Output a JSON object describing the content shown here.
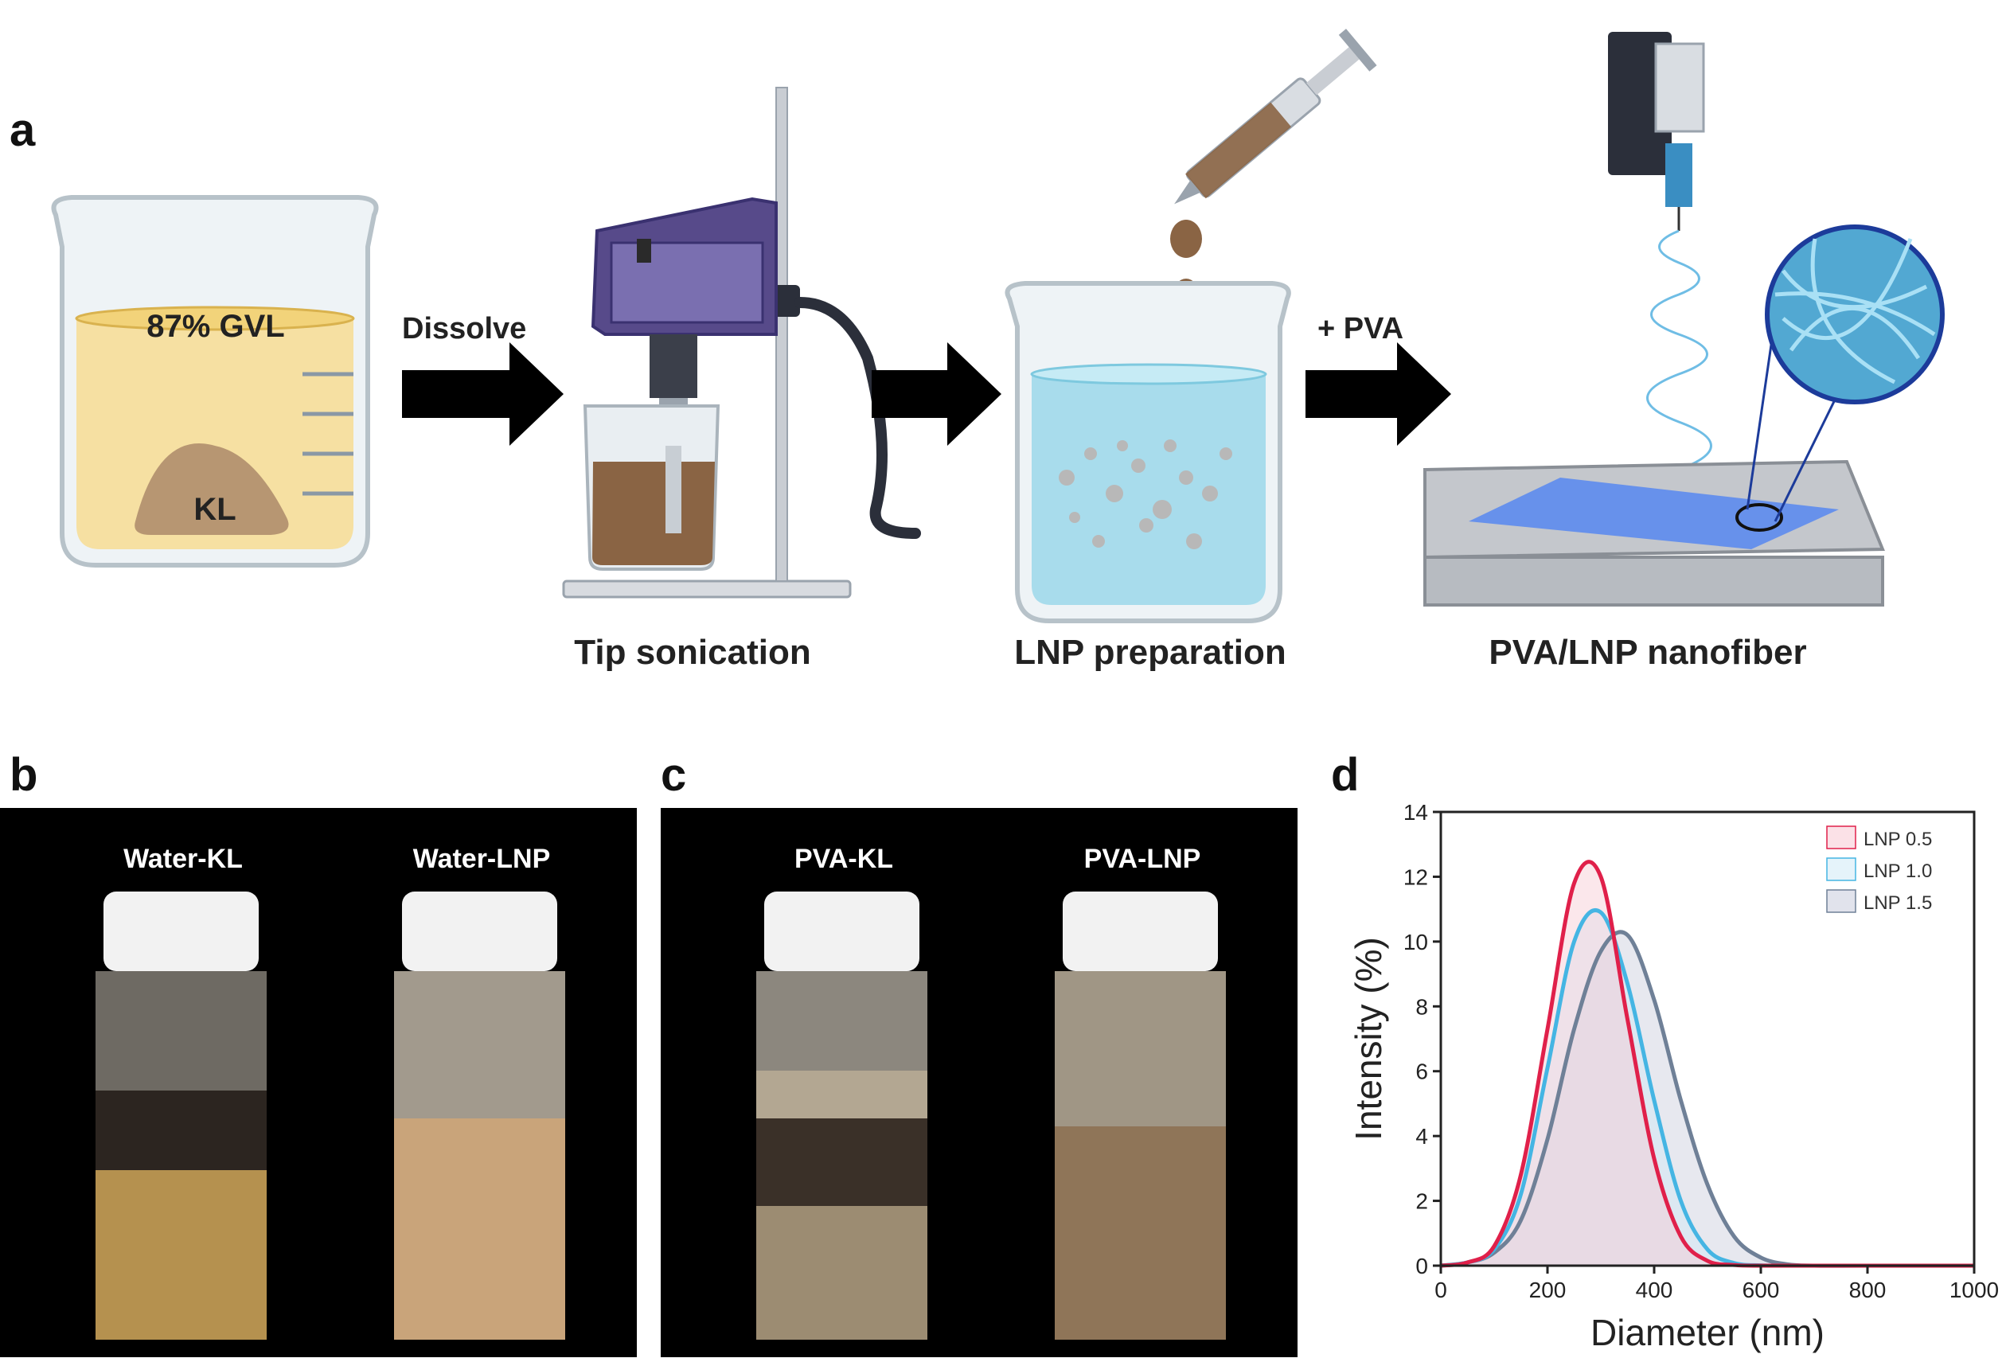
{
  "panels": {
    "a": {
      "label": "a",
      "beaker_text": "87% GVL",
      "powder_text": "KL",
      "arrow1_label": "Dissolve",
      "arrow3_label": "+ PVA",
      "steps": [
        "Tip sonication",
        "LNP preparation",
        "PVA/LNP nanofiber"
      ]
    },
    "b": {
      "label": "b",
      "vials": [
        "Water-KL",
        "Water-LNP"
      ]
    },
    "c": {
      "label": "c",
      "vials": [
        "PVA-KL",
        "PVA-LNP"
      ]
    },
    "d": {
      "label": "d"
    }
  },
  "chart_data": {
    "type": "area",
    "xlabel": "Diameter (nm)",
    "ylabel": "Intensity (%)",
    "xlim": [
      0,
      1000
    ],
    "ylim": [
      0,
      14
    ],
    "xticks": [
      "0",
      "200",
      "400",
      "600",
      "800",
      "1000"
    ],
    "yticks": [
      "0",
      "2",
      "4",
      "6",
      "8",
      "10",
      "12",
      "14"
    ],
    "legend_position": "top-right",
    "x": [
      0,
      50,
      100,
      150,
      200,
      250,
      300,
      350,
      400,
      450,
      500,
      550,
      600,
      650,
      700,
      800,
      1000
    ],
    "series": [
      {
        "name": "LNP 0.5",
        "color": "#e0204a",
        "fill": "#f7c9d3",
        "values": [
          0,
          0.1,
          0.6,
          2.8,
          7.3,
          11.8,
          12.0,
          7.6,
          3.3,
          0.9,
          0.15,
          0.02,
          0,
          0,
          0,
          0,
          0
        ]
      },
      {
        "name": "LNP 1.0",
        "color": "#45b5e3",
        "fill": "#cfe9f6",
        "values": [
          0,
          0.1,
          0.5,
          2.2,
          6.1,
          10.0,
          10.9,
          8.7,
          5.1,
          2.0,
          0.5,
          0.08,
          0.01,
          0,
          0,
          0,
          0
        ]
      },
      {
        "name": "LNP 1.5",
        "color": "#6f8097",
        "fill": "#c9ccdc",
        "values": [
          0,
          0.1,
          0.4,
          1.4,
          3.9,
          7.3,
          9.7,
          10.2,
          8.2,
          5.1,
          2.5,
          0.9,
          0.25,
          0.04,
          0,
          0,
          0
        ]
      }
    ]
  }
}
